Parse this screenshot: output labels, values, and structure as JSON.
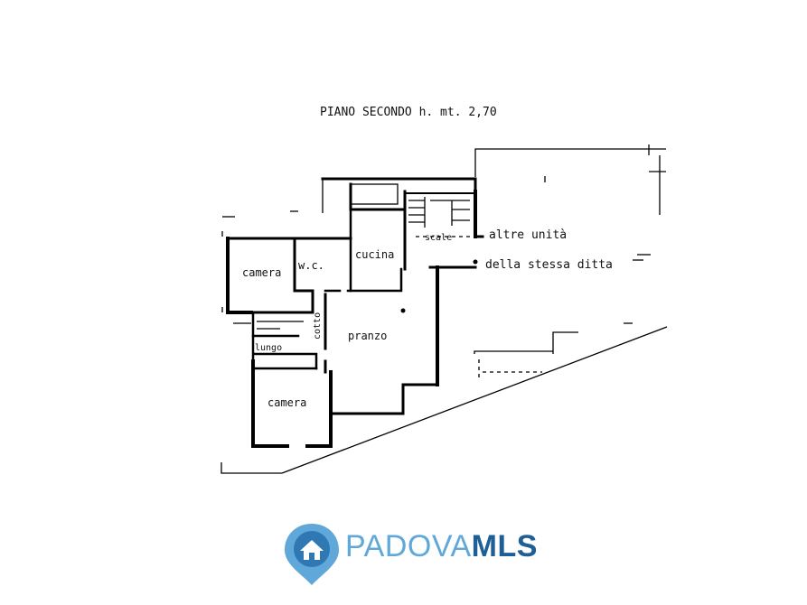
{
  "plan": {
    "title": "PIANO SECONDO h. mt. 2,70",
    "rooms": {
      "camera_top": "camera",
      "wc": "w.c.",
      "cucina": "cucina",
      "pranzo": "pranzo",
      "camera_bottom": "camera",
      "lungo": "lungo",
      "corridoio": "cotto"
    },
    "annotations": {
      "altre_unita": "altre unità",
      "della_stessa_ditta": "della stessa ditta",
      "scale": "scale"
    }
  },
  "logo": {
    "text_light": "PADOVA",
    "text_bold": "MLS",
    "colors": {
      "light": "#5fa8d9",
      "dark": "#1f5f97"
    }
  }
}
